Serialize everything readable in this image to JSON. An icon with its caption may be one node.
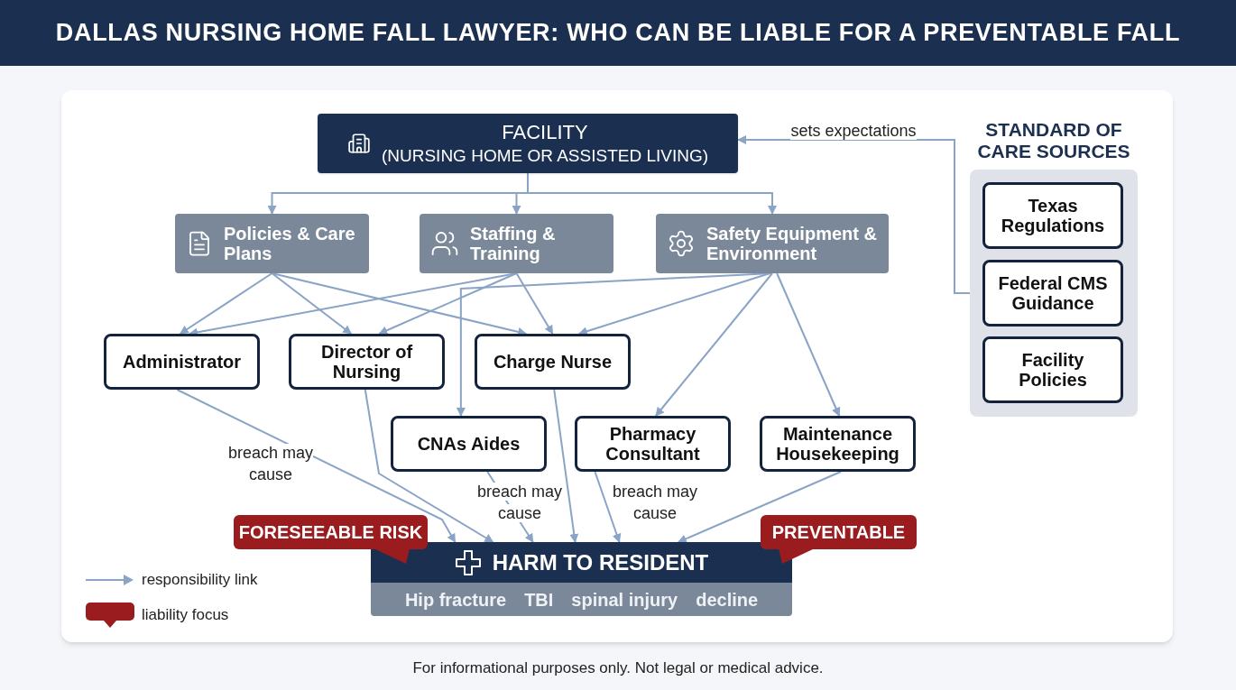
{
  "diagram": {
    "title": "DALLAS NURSING HOME FALL LAWYER: WHO CAN BE LIABLE FOR A PREVENTABLE FALL",
    "nodes": [
      {
        "text": [
          "FACILITY",
          "(NURSING HOME OR ASSISTED LIVING)"
        ]
      },
      {
        "text": [
          "Policies & Care Plans"
        ]
      },
      {
        "text": [
          "Staffing & Training"
        ]
      },
      {
        "text": [
          "Safety Equipment & Environment"
        ]
      },
      {
        "text": [
          "Administrator"
        ]
      },
      {
        "text": [
          "Director of Nursing"
        ]
      },
      {
        "text": [
          "Charge Nurse"
        ]
      },
      {
        "text": [
          "CNAs Aides"
        ]
      },
      {
        "text": [
          "Pharmacy Consultant"
        ]
      },
      {
        "text": [
          "Maintenance Housekeeping"
        ]
      },
      {
        "text": [
          "HARM TO RESIDENT",
          "Hip fracture",
          "TBI",
          "spinal injury",
          "decline"
        ]
      },
      {
        "text": [
          "FORESEEABLE RISK"
        ]
      },
      {
        "text": [
          "PREVENTABLE"
        ]
      },
      {
        "text": [
          "STANDARD OF CARE SOURCES"
        ]
      },
      {
        "text": [
          "Texas Regulations"
        ],
        "in": 13
      },
      {
        "text": [
          "Federal CMS Guidance"
        ],
        "in": 13
      },
      {
        "text": [
          "Facility Policies"
        ],
        "in": 13
      }
    ],
    "edges": [
      {
        "from": 0,
        "to": 1,
        "arrow": "to"
      },
      {
        "from": 0,
        "to": 2,
        "arrow": "to"
      },
      {
        "from": 0,
        "to": 3,
        "arrow": "to"
      },
      {
        "from": 13,
        "to": 0,
        "arrow": "to",
        "label": "sets expectations"
      },
      {
        "from": 1,
        "to": 4,
        "arrow": "to"
      },
      {
        "from": 1,
        "to": 5,
        "arrow": "to"
      },
      {
        "from": 1,
        "to": 6,
        "arrow": "to"
      },
      {
        "from": 2,
        "to": 4,
        "arrow": "to"
      },
      {
        "from": 2,
        "to": 5,
        "arrow": "to"
      },
      {
        "from": 2,
        "to": 6,
        "arrow": "to"
      },
      {
        "from": 3,
        "to": 7,
        "arrow": "to"
      },
      {
        "from": 3,
        "to": 6,
        "arrow": "to"
      },
      {
        "from": 3,
        "to": 8,
        "arrow": "to"
      },
      {
        "from": 3,
        "to": 9,
        "arrow": "to"
      },
      {
        "from": 4,
        "to": 10,
        "arrow": "to",
        "label": "breach may cause"
      },
      {
        "from": 5,
        "to": 10,
        "arrow": "to"
      },
      {
        "from": 7,
        "to": 10,
        "arrow": "to",
        "label": "breach may cause"
      },
      {
        "from": 6,
        "to": 10,
        "arrow": "to"
      },
      {
        "from": 8,
        "to": 10,
        "arrow": "to",
        "label": "breach may cause"
      },
      {
        "from": 9,
        "to": 10,
        "arrow": "to"
      }
    ],
    "labels": [
      "For informational purposes only. Not legal or medical advice."
    ],
    "legend": [
      {
        "text": "responsibility link"
      },
      {
        "text": "liability focus"
      }
    ]
  }
}
